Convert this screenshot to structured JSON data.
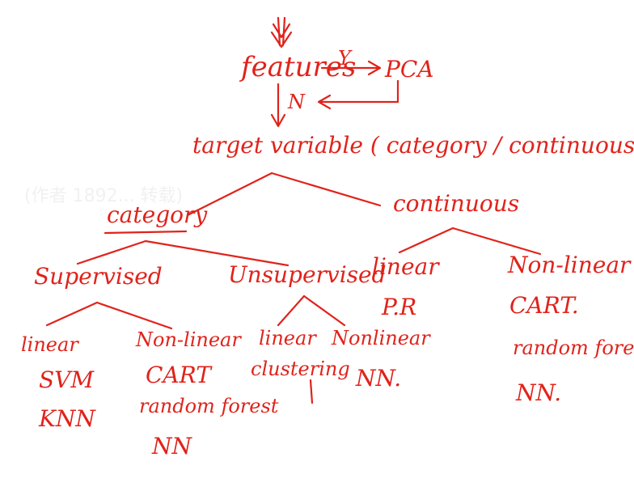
{
  "watermark": "(作者 1892... 转载)",
  "nodes": {
    "features": "features",
    "yes": "Y",
    "pca": "PCA",
    "no": "N",
    "target": "target variable ( category / continuous )",
    "category": "category",
    "continuous": "continuous",
    "supervised": "Supervised",
    "unsupervised": "Unsupervised",
    "cont_linear": "linear",
    "cont_linear_model": "P.R",
    "cont_nonlinear": "Non-linear",
    "cont_nonlinear_models": [
      "CART.",
      "random forest",
      "NN."
    ],
    "sup_linear": "linear",
    "sup_linear_models": [
      "SVM",
      "KNN"
    ],
    "sup_nonlinear": "Non-linear",
    "sup_nonlinear_models": [
      "CART",
      "random forest",
      "NN"
    ],
    "unsup_linear": "linear",
    "unsup_linear_model": "clustering",
    "unsup_nonlinear": "Nonlinear",
    "unsup_nonlinear_model": "NN."
  },
  "colors": {
    "ink": "#e0231b",
    "background": "#ffffff"
  }
}
